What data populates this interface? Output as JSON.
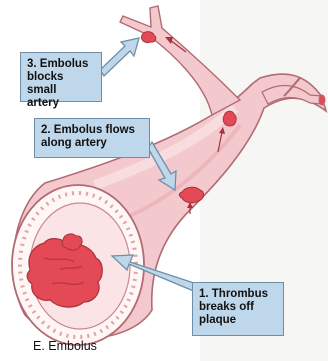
{
  "callouts": {
    "step1": "1. Thrombus\nbreaks off\nplaque",
    "step2": "2. Embolus flows\nalong artery",
    "step3": "3. Embolus\nblocks small\nartery"
  },
  "caption": "E. Embolus",
  "colors": {
    "vessel_fill": "#f3c9cd",
    "vessel_outline": "#b06b74",
    "lumen": "#fbe4e6",
    "wall": "#fff6f6",
    "embolus": "#e34a55",
    "callout_fill": "#bfd7ea",
    "callout_border": "#6f8fa8",
    "arrow": "#6b8bab"
  }
}
